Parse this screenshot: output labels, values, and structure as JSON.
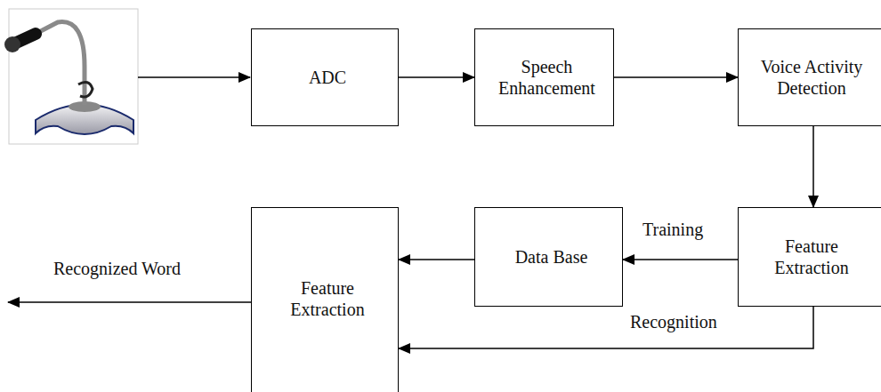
{
  "diagram": {
    "nodes": [
      {
        "text": [
          "ADC"
        ]
      },
      {
        "text": [
          "Speech Enhancement"
        ]
      },
      {
        "text": [
          "Voice Activity Detection"
        ]
      },
      {
        "text": [
          "Feature Extraction"
        ]
      },
      {
        "text": [
          "Data Base"
        ]
      },
      {
        "text": [
          "Feature Extraction"
        ]
      }
    ],
    "edges": [
      {
        "from": 0,
        "to": 1,
        "arrow": "to"
      },
      {
        "from": 1,
        "to": 2,
        "arrow": "to"
      },
      {
        "from": 2,
        "to": 3,
        "arrow": "to"
      },
      {
        "from": 3,
        "to": 4,
        "label": "Training",
        "arrow": "to"
      },
      {
        "from": 4,
        "to": 5,
        "arrow": "to"
      },
      {
        "from": 3,
        "to": 5,
        "label": "Recognition",
        "arrow": "to"
      }
    ],
    "labels": [
      "Recognized Word"
    ]
  }
}
